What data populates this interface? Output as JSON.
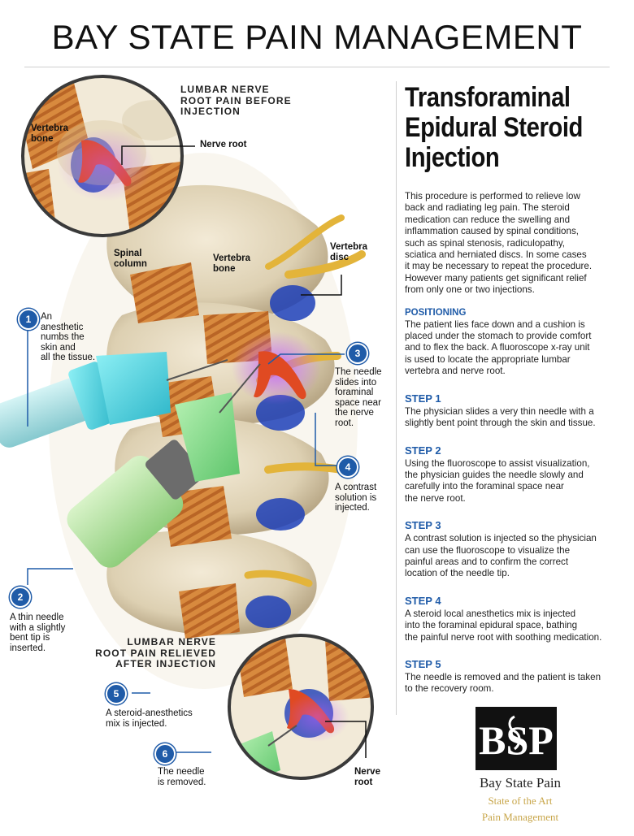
{
  "header": {
    "title": "BAY STATE PAIN MANAGEMENT"
  },
  "article": {
    "heading_lines": [
      "Transforaminal",
      "Epidural Steroid",
      "Injection"
    ],
    "intro_lines": [
      "This procedure is performed to relieve low",
      "back and radiating leg pain. The steroid",
      "medication can reduce the swelling and",
      "inflammation caused by spinal conditions,",
      "such as spinal stenosis, radiculopathy,",
      "sciatica and herniated discs. In some cases",
      "it may be necessary to repeat the procedure.",
      "However many patients get significant relief",
      "from only one or two injections."
    ],
    "positioning": {
      "title": "POSITIONING",
      "lines": [
        "The patient lies face down and a cushion is",
        "placed under the stomach to provide comfort",
        "and to flex the back. A fluoroscope x-ray unit",
        "is used to locate the appropriate lumbar",
        "vertebra and nerve root."
      ]
    },
    "steps": [
      {
        "title": "STEP 1",
        "lines": [
          "The physician slides a very thin needle with a",
          "slightly bent point through the skin and tissue."
        ]
      },
      {
        "title": "STEP 2",
        "lines": [
          "Using the fluoroscope to assist visualization,",
          "the physician guides the needle slowly and",
          "carefully into the foraminal space near",
          "the nerve root."
        ]
      },
      {
        "title": "STEP 3",
        "lines": [
          "A contrast solution is injected so the physician",
          "can use the fluoroscope to visualize the",
          "painful areas and to confirm the correct",
          "location of the needle tip."
        ]
      },
      {
        "title": "STEP 4",
        "lines": [
          "A steroid   local anesthetics mix is injected",
          "into the foraminal epidural space, bathing",
          "the painful nerve root with soothing medication."
        ]
      },
      {
        "title": "STEP 5",
        "lines": [
          "The needle is removed and the patient is taken",
          "to the recovery room."
        ]
      }
    ]
  },
  "illustration": {
    "top_caption": [
      "LUMBAR NERVE",
      "ROOT PAIN BEFORE",
      "INJECTION"
    ],
    "bottom_caption": [
      "LUMBAR NERVE",
      "ROOT PAIN RELIEVED",
      "AFTER INJECTION"
    ],
    "labels": {
      "vertebra_bone_top": [
        "Vertebra",
        "bone"
      ],
      "nerve_root_top": "Nerve root",
      "spinal_column": [
        "Spinal",
        "column"
      ],
      "vertebra_bone_mid": [
        "Vertebra",
        "bone"
      ],
      "vertebra_disc": [
        "Vertebra",
        "disc"
      ],
      "nerve_root_bottom": [
        "Nerve",
        "root"
      ]
    },
    "callouts": [
      {
        "number": "1",
        "lines": [
          "An",
          "anesthetic",
          "numbs the",
          "skin and",
          "all the tissue."
        ]
      },
      {
        "number": "2",
        "lines": [
          "A thin needle",
          "with a slightly",
          "bent tip is",
          "inserted."
        ]
      },
      {
        "number": "3",
        "lines": [
          "The needle",
          "slides into",
          "foraminal",
          "space near",
          "the nerve",
          "root."
        ]
      },
      {
        "number": "4",
        "lines": [
          "A contrast",
          "solution is",
          "injected."
        ]
      },
      {
        "number": "5",
        "lines": [
          "A steroid-anesthetics",
          "mix is injected."
        ]
      },
      {
        "number": "6",
        "lines": [
          "The needle",
          "is removed."
        ]
      }
    ]
  },
  "logo": {
    "mark": "BSP",
    "name": "Bay State Pain",
    "tagline1": "State of the Art",
    "tagline2": "Pain Management"
  },
  "colors": {
    "accent_blue": "#1f5ba8",
    "logo_gold": "#c8a64a"
  }
}
